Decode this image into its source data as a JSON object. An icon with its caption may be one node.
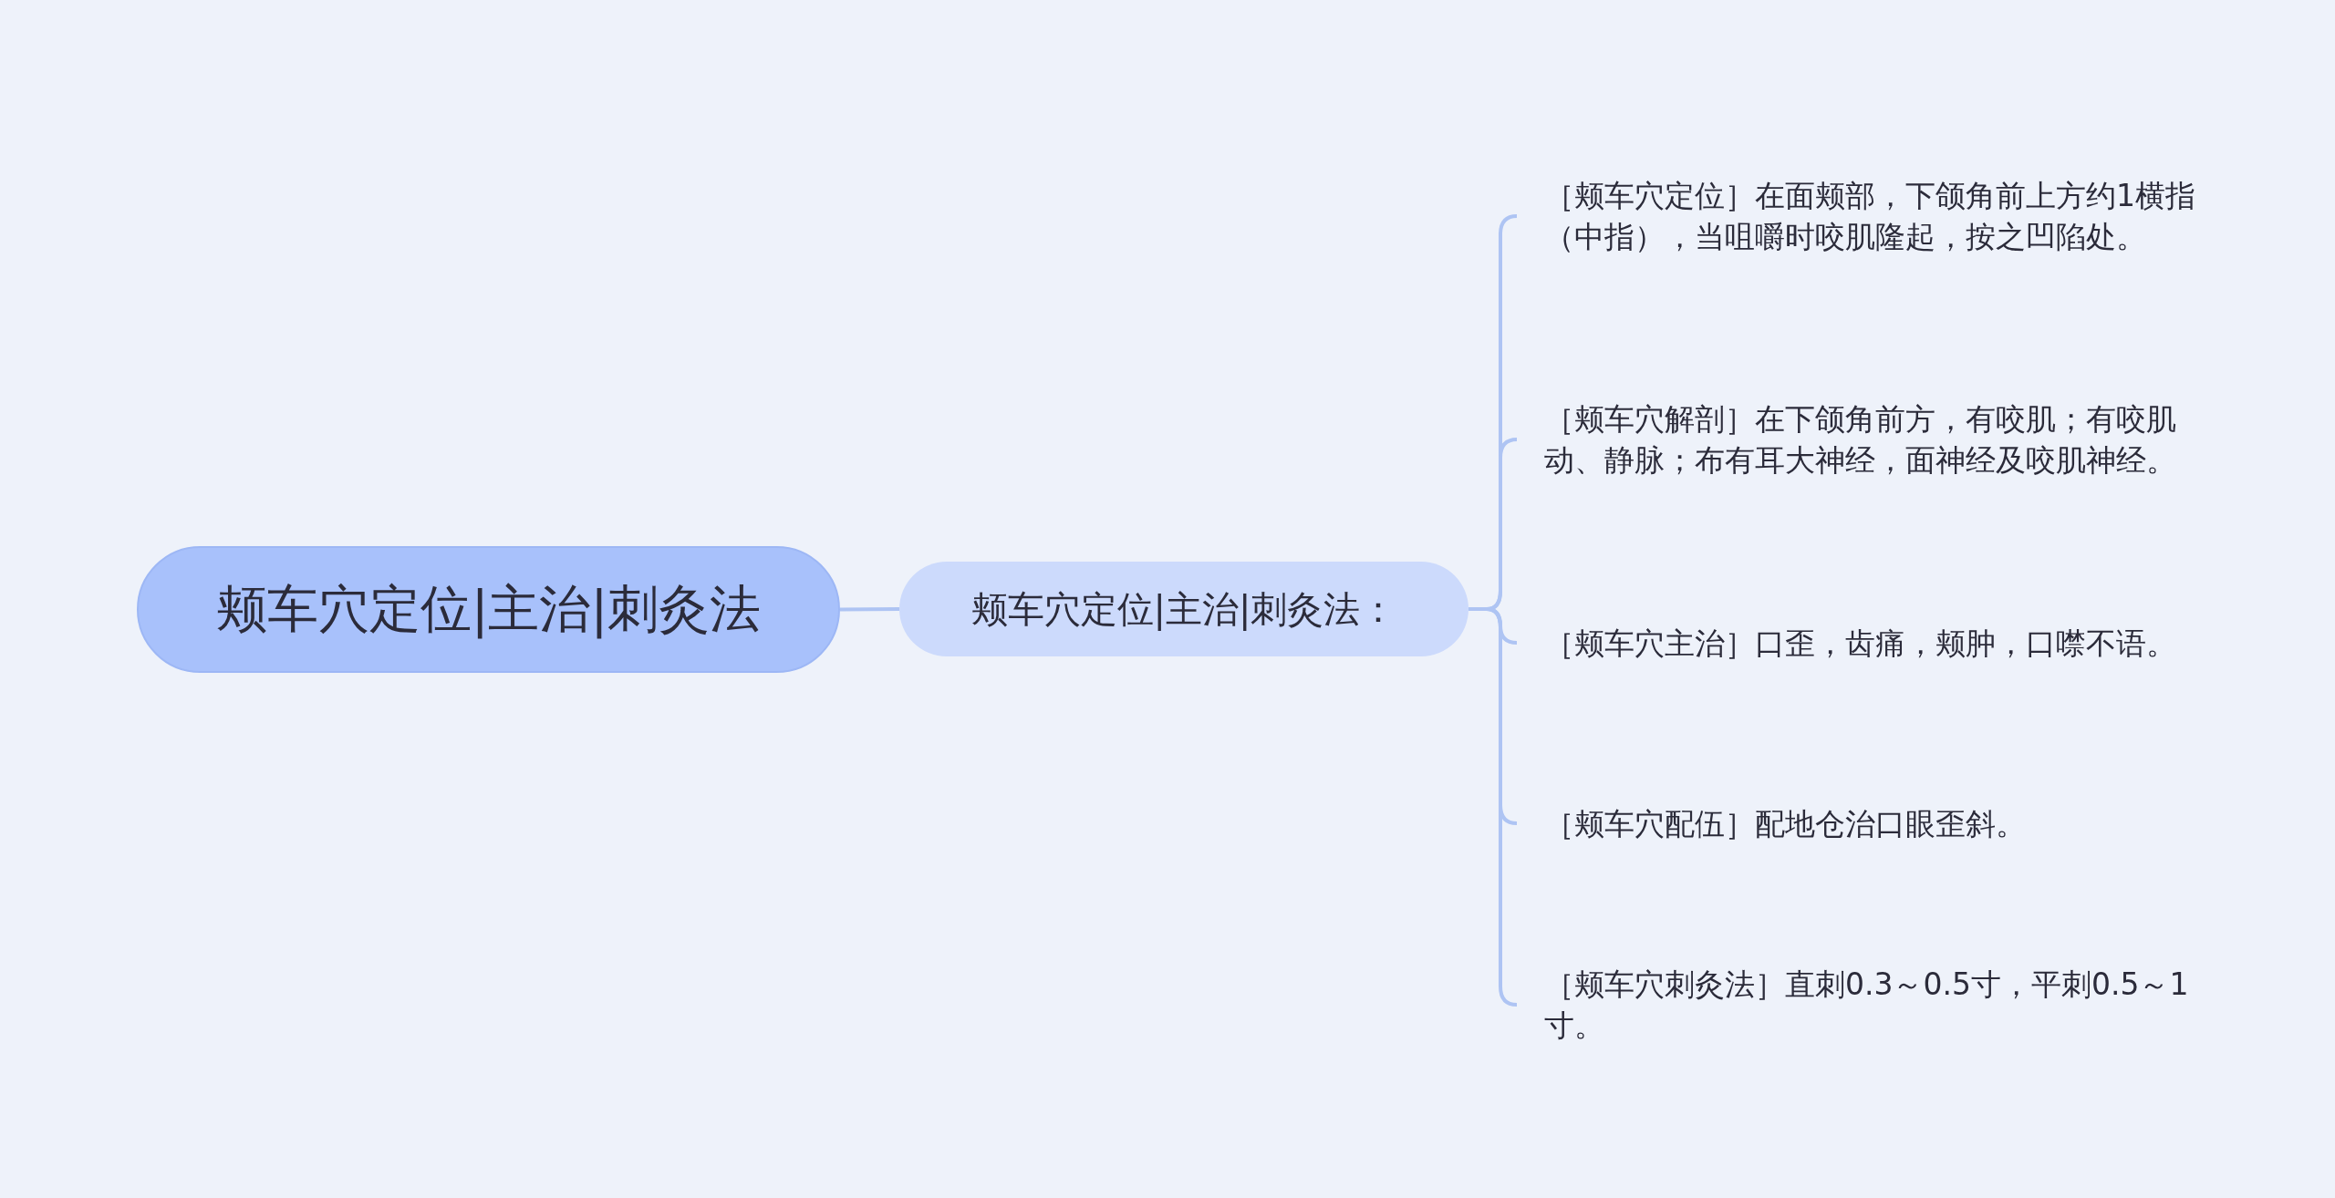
{
  "diagram": {
    "nodes": [
      {
        "text": [
          "颊车穴定位|主治|刺灸法"
        ]
      },
      {
        "text": [
          "颊车穴定位|主治|刺灸法："
        ]
      },
      {
        "text": [
          "［颊车穴定位］在面颊部，下颌角前上方约1横指（中指），当咀嚼时咬肌隆起，按之凹陷处。"
        ]
      },
      {
        "text": [
          "［颊车穴解剖］在下颌角前方，有咬肌；有咬肌动、静脉；布有耳大神经，面神经及咬肌神经。"
        ]
      },
      {
        "text": [
          "［颊车穴主治］口歪，齿痛，颊肿，口噤不语。"
        ]
      },
      {
        "text": [
          "［颊车穴配伍］配地仓治口眼歪斜。"
        ]
      },
      {
        "text": [
          "［颊车穴刺灸法］直刺0.3～0.5寸，平刺0.5～1寸。"
        ]
      }
    ],
    "edges": [
      {
        "from": 0,
        "to": 1,
        "arrow": "none"
      },
      {
        "from": 1,
        "to": 2,
        "arrow": "none"
      },
      {
        "from": 1,
        "to": 3,
        "arrow": "none"
      },
      {
        "from": 1,
        "to": 4,
        "arrow": "none"
      },
      {
        "from": 1,
        "to": 5,
        "arrow": "none"
      },
      {
        "from": 1,
        "to": 6,
        "arrow": "none"
      }
    ]
  }
}
